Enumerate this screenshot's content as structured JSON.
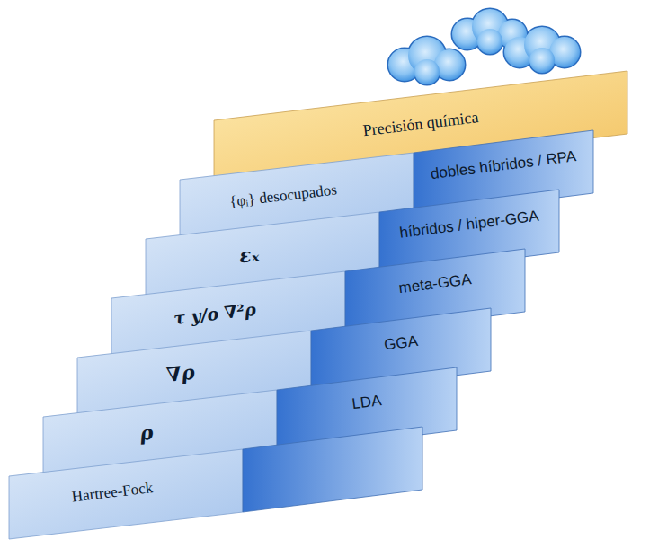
{
  "diagram": {
    "nodes": [
      {
        "text": [
          "Precisión química"
        ]
      },
      {
        "text": [
          "{φᵢ} desocupados",
          "dobles híbridos / RPA"
        ]
      },
      {
        "text": [
          "εₓ",
          "híbridos / hiper-GGA"
        ]
      },
      {
        "text": [
          "τ y/o ∇²ρ",
          "meta-GGA"
        ]
      },
      {
        "text": [
          "∇ρ",
          "GGA"
        ]
      },
      {
        "text": [
          "ρ",
          "LDA"
        ]
      },
      {
        "text": [
          "Hartree-Fock"
        ]
      }
    ]
  }
}
